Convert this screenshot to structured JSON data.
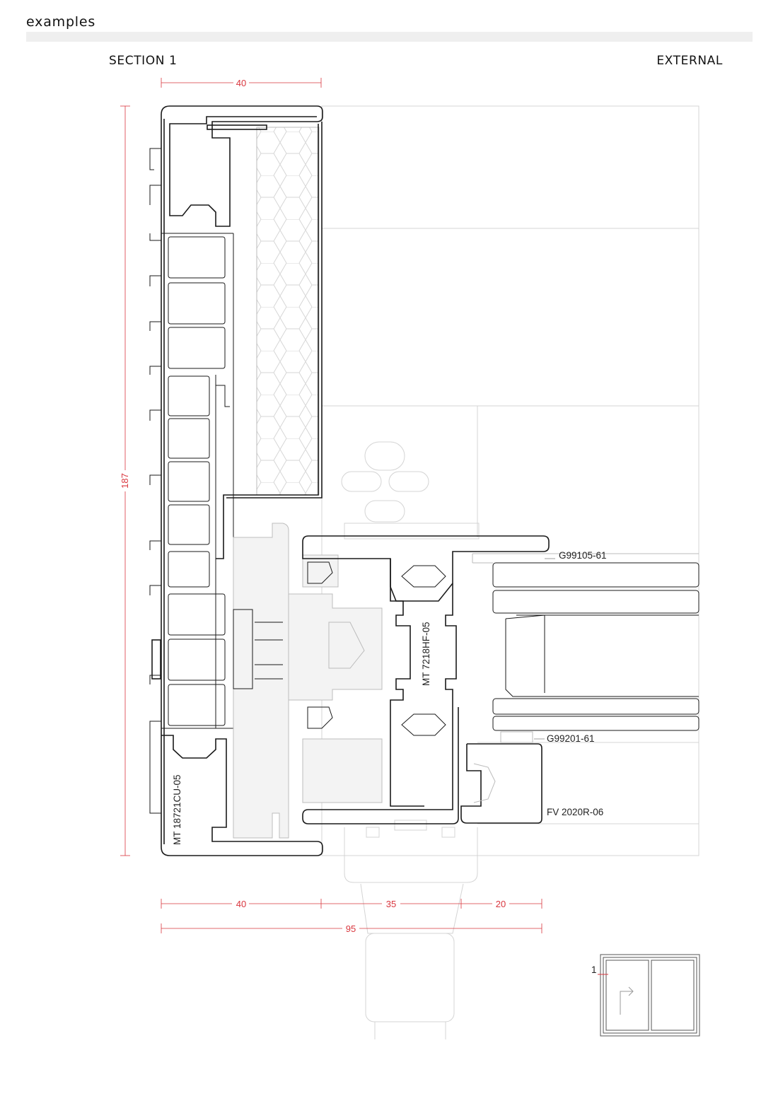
{
  "header": {
    "label": "examples"
  },
  "drawing": {
    "section_label": "SECTION 1",
    "side_label": "EXTERNAL",
    "dimensions": {
      "top_width": "40",
      "height": "187",
      "bottom_left": "40",
      "bottom_mid": "35",
      "bottom_right": "20",
      "bottom_total": "95"
    },
    "parts": {
      "outer_frame": "MT 18721CU-05",
      "mullion": "MT 7218HF-05",
      "gasket_top": "G99105-61",
      "gasket_bottom": "G99201-61",
      "glazing_bead": "FV 2020R-06"
    },
    "key_plan": {
      "section_number": "1"
    }
  },
  "colors": {
    "dimension": "#d9363e",
    "line": "#1a1a1a",
    "light_line": "#cfcfcf",
    "fill": "#f3f3f3"
  }
}
